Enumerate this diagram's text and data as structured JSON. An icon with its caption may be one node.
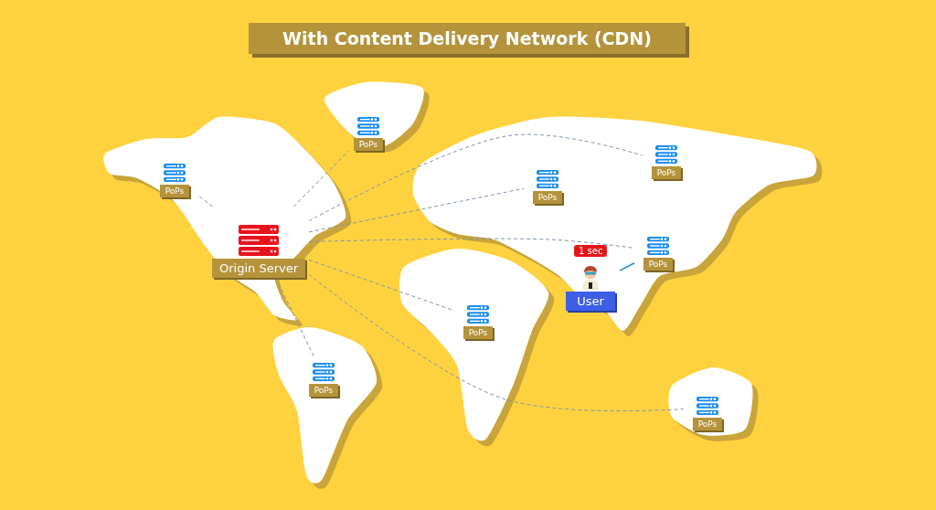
{
  "diagram": {
    "title": "With Content Delivery Network (CDN)",
    "nodes": [
      {
        "text": [
          "Origin Server"
        ]
      },
      {
        "text": [
          "PoPs"
        ]
      },
      {
        "text": [
          "PoPs"
        ]
      },
      {
        "text": [
          "PoPs"
        ]
      },
      {
        "text": [
          "PoPs"
        ]
      },
      {
        "text": [
          "PoPs"
        ]
      },
      {
        "text": [
          "PoPs"
        ]
      },
      {
        "text": [
          "PoPs"
        ]
      },
      {
        "text": [
          "PoPs"
        ]
      },
      {
        "text": [
          "User"
        ],
        "beside": [
          "1 sec"
        ]
      }
    ],
    "edges": [
      {
        "from": 0,
        "to": 1,
        "arrow": "none",
        "style": "dashed"
      },
      {
        "from": 0,
        "to": 2,
        "arrow": "none",
        "style": "dashed"
      },
      {
        "from": 0,
        "to": 4,
        "arrow": "none",
        "style": "dashed"
      },
      {
        "from": 0,
        "to": 3,
        "arrow": "none",
        "style": "dashed"
      },
      {
        "from": 0,
        "to": 5,
        "arrow": "none",
        "style": "dashed"
      },
      {
        "from": 0,
        "to": 6,
        "arrow": "none",
        "style": "dashed"
      },
      {
        "from": 0,
        "to": 7,
        "arrow": "none",
        "style": "dashed"
      },
      {
        "from": 0,
        "to": 8,
        "arrow": "none",
        "style": "dashed"
      },
      {
        "from": 9,
        "to": 5,
        "arrow": "none",
        "color": "#1e88e5"
      }
    ]
  }
}
